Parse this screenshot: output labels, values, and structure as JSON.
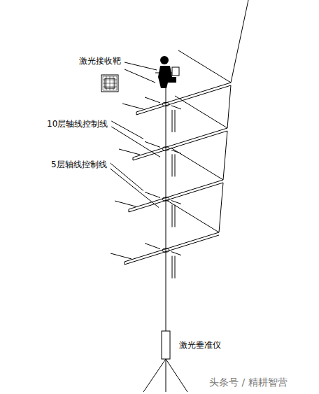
{
  "diagram": {
    "labels": [
      "激光接收靶",
      "10层轴线控制线",
      "5层轴线控制线",
      "激光垂准仪",
      "头条号 / 精耕智营"
    ]
  }
}
